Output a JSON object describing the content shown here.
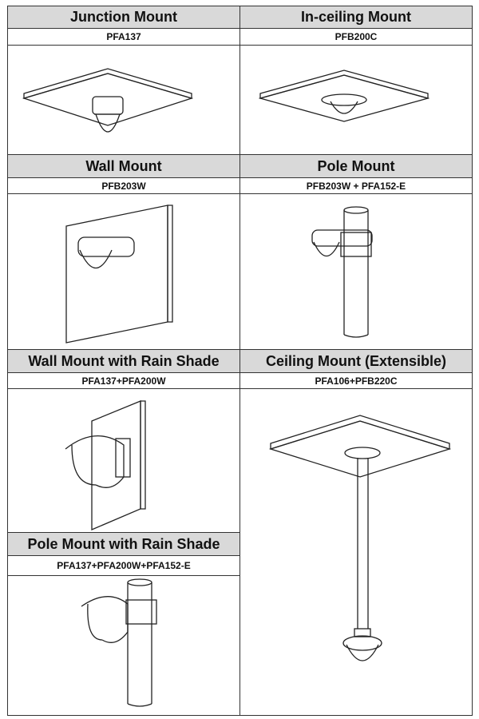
{
  "mounts": [
    {
      "title": "Junction Mount",
      "model": "PFA137"
    },
    {
      "title": "In-ceiling Mount",
      "model": "PFB200C"
    },
    {
      "title": "Wall Mount",
      "model": "PFB203W"
    },
    {
      "title": "Pole Mount",
      "model": "PFB203W + PFA152-E"
    },
    {
      "title": "Wall Mount with Rain Shade",
      "model": "PFA137+PFA200W"
    },
    {
      "title": "Ceiling Mount (Extensible)",
      "model": "PFA106+PFB220C"
    },
    {
      "title": "Pole Mount with Rain Shade",
      "model": "PFA137+PFA200W+PFA152-E"
    }
  ]
}
